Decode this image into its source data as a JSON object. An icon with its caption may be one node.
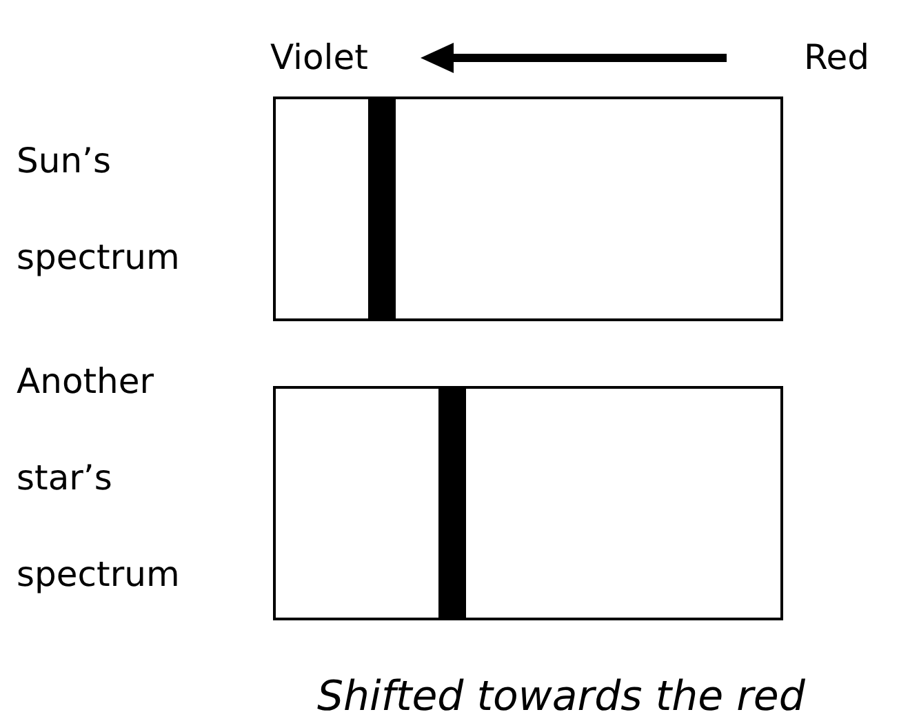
{
  "diagram": {
    "caption": "Shifted towards the red",
    "nodes": [
      {
        "text": [
          "Sun’s spectrum"
        ]
      },
      {
        "text": [],
        "shape": "bar",
        "in": 0
      },
      {
        "text": [
          "Another star’s spectrum"
        ]
      },
      {
        "text": [],
        "shape": "bar",
        "in": 2
      }
    ],
    "labels": [
      "Violet",
      "Red"
    ]
  }
}
